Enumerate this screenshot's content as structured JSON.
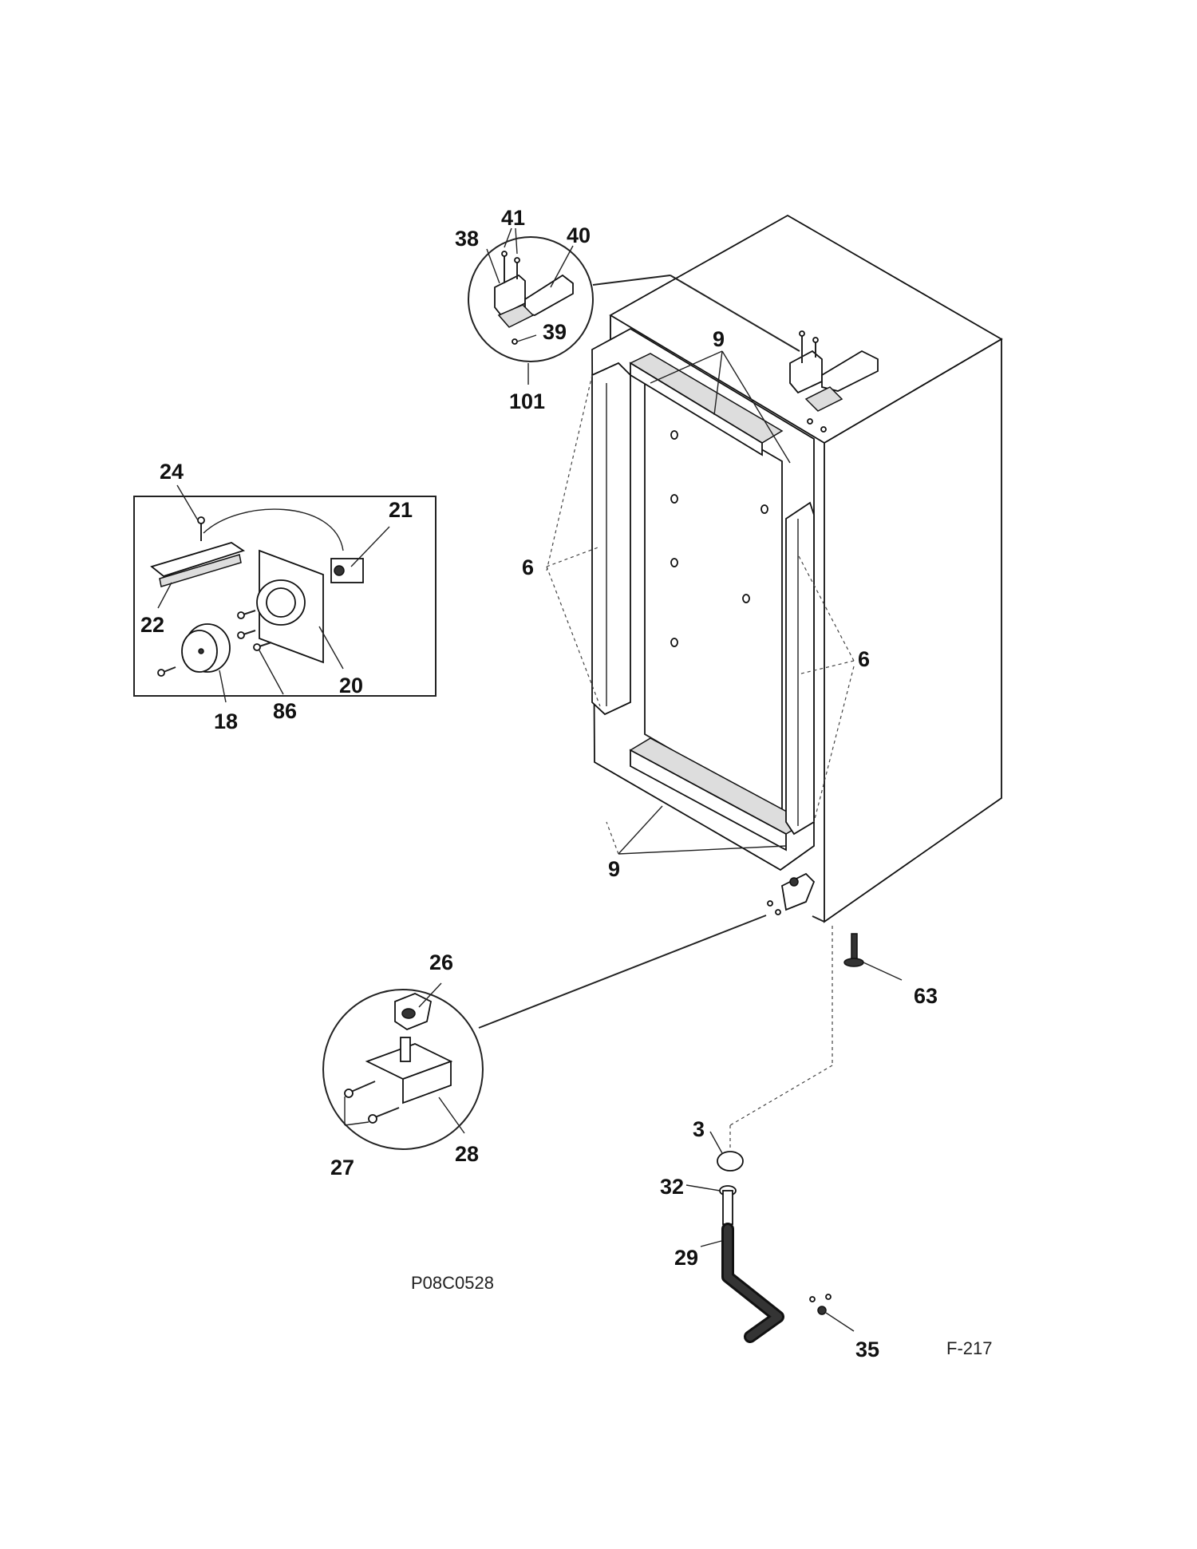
{
  "diagram": {
    "callouts": {
      "c41": "41",
      "c38": "38",
      "c40": "40",
      "c39": "39",
      "c101": "101",
      "c9_top": "9",
      "c24": "24",
      "c21": "21",
      "c22": "22",
      "c20": "20",
      "c18": "18",
      "c86": "86",
      "c6_left": "6",
      "c6_right": "6",
      "c9_bottom": "9",
      "c26": "26",
      "c63": "63",
      "c27": "27",
      "c28": "28",
      "c3": "3",
      "c32": "32",
      "c29": "29",
      "c35": "35"
    },
    "drawing_code": "P08C0528",
    "page_code": "F-217"
  }
}
